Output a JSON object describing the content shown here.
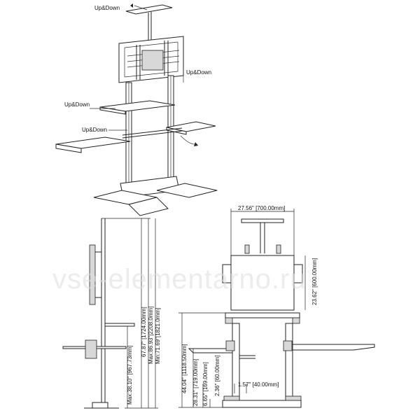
{
  "callouts": {
    "adjust_top": "Up&Down",
    "adjust_mid": "Up&Down",
    "adjust_left": "Up&Down",
    "adjust_shelf": "Up&Down"
  },
  "side_dims": {
    "d1": "Max:38.10\" [967.73mm]",
    "d2": "67.87\" [1724.00mm]",
    "d3": "Max:86.93\"[2208.0mm]",
    "d4": "Min:71.69\"[1821.0mm]"
  },
  "front_dims": {
    "width": "27.56\" [700.00mm]",
    "screen_h": "23.62\" [600.00mm]",
    "h1": "44.04\" [1118.50mm]",
    "h2": "28.31\" [719.00mm]",
    "h3": "6.65\" [169.00mm]",
    "h4": "2.36\" [60.00mm]",
    "h5": "1.57\" [40.00mm]"
  },
  "watermark": "vse-elementarno.ru"
}
